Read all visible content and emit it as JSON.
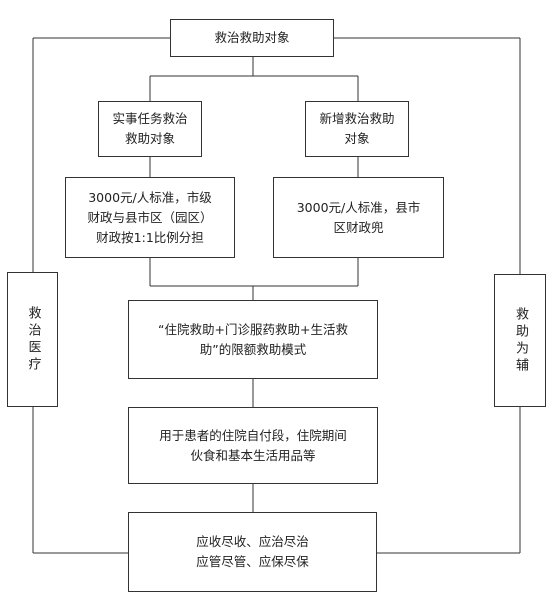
{
  "flowchart": {
    "top": "救治救助对象",
    "existing_target": "实事任务救治\n救助对象",
    "new_target": "新增救治救助\n对象",
    "existing_funding": "3000元/人标准，市级\n财政与县市区（园区）\n财政按1:1比例分担",
    "new_funding": "3000元/人标准，县市\n区财政兜",
    "mode": "“住院救助+门诊服药救助+生活救\n助”的限额救助模式",
    "usage": "用于患者的住院自付段，住院期间\n伙食和基本生活用品等",
    "goal": "应收尽收、应治尽治\n应管尽管、应保尽保",
    "left_side": "救治医疗",
    "right_side": "救助为辅"
  }
}
